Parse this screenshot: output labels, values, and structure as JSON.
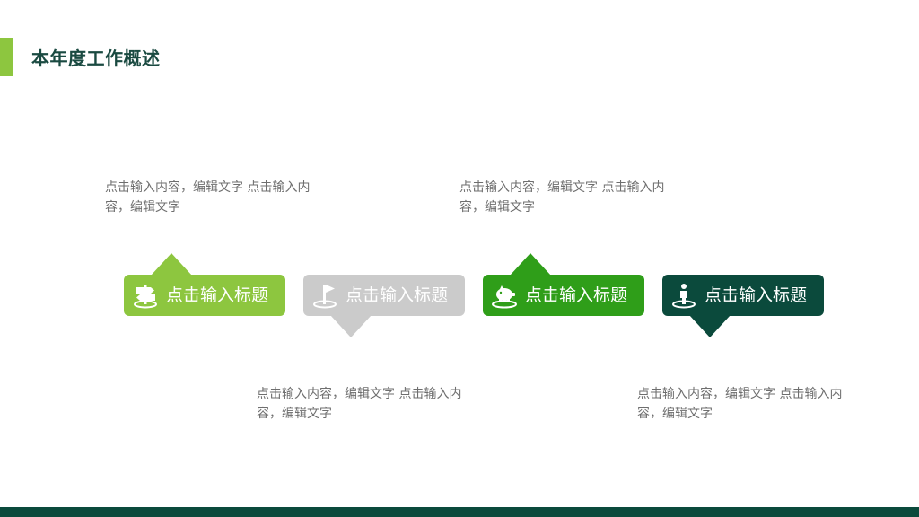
{
  "header": {
    "title": "本年度工作概述"
  },
  "steps": [
    {
      "label": "点击输入标题",
      "icon": "signpost-icon",
      "color": "#8dc63f",
      "pointer": "up",
      "description": "点击输入内容，编辑文字 点击输入内容，编辑文字"
    },
    {
      "label": "点击输入标题",
      "icon": "flag-icon",
      "color": "#cbcbcb",
      "pointer": "down",
      "description": "点击输入内容，编辑文字 点击输入内容，编辑文字"
    },
    {
      "label": "点击输入标题",
      "icon": "piggy-bank-icon",
      "color": "#2f9e19",
      "pointer": "up",
      "description": "点击输入内容，编辑文字 点击输入内容，编辑文字"
    },
    {
      "label": "点击输入标题",
      "icon": "person-pin-icon",
      "color": "#0b4a3c",
      "pointer": "down",
      "description": "点击输入内容，编辑文字 点击输入内容，编辑文字"
    }
  ],
  "colors": {
    "title": "#1a4a41",
    "accent": "#8dc63f",
    "footer": "#0b4a3c",
    "description_text": "#6e6e6e"
  }
}
